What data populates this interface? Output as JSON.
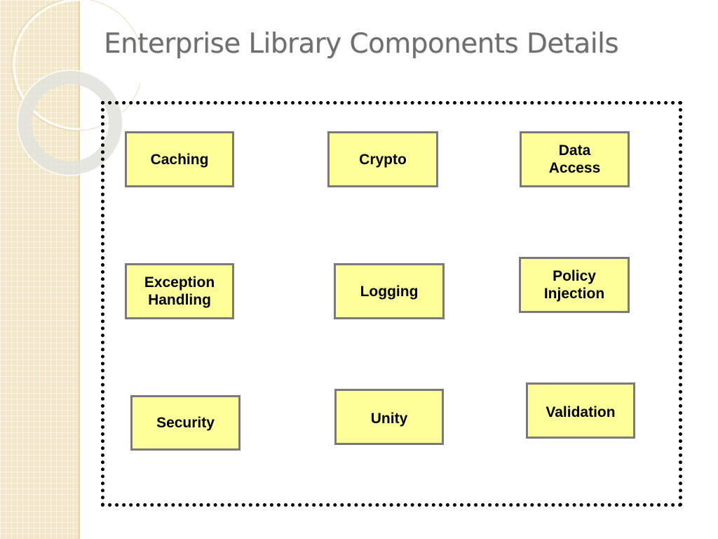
{
  "slide": {
    "title": "Enterprise Library Components Details"
  },
  "components": [
    {
      "label": "Caching"
    },
    {
      "label": "Crypto"
    },
    {
      "label": "Data \nAccess"
    },
    {
      "label": "Exception\nHandling"
    },
    {
      "label": "Logging"
    },
    {
      "label": "Policy\nInjection"
    },
    {
      "label": "Security"
    },
    {
      "label": "Unity"
    },
    {
      "label": "Validation"
    }
  ],
  "colors": {
    "box_fill": "#ffff99",
    "box_border": "#7a7a7a",
    "title": "#6e6e6e",
    "side_band": "#f3e6c2",
    "frame": "#000000"
  }
}
